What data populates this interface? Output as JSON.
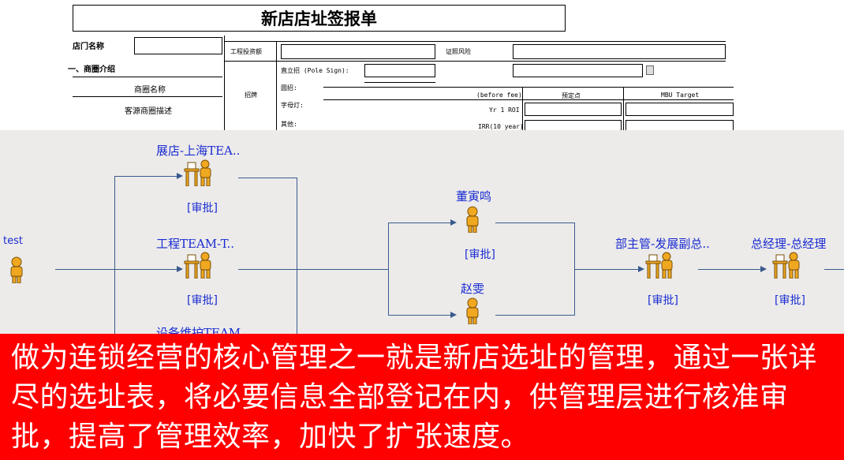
{
  "form": {
    "title": "新店店址签报单",
    "store_name_label": "店门名称",
    "section1_label": "一、商圈介绍",
    "trade_area_name_label": "商圈名称",
    "customer_source_label": "客源商圈描述",
    "engineering_investment_label": "工程投资额",
    "license_risk_label": "证照风险",
    "signboard_label": "招牌",
    "pole_sign_label": "直立招 (Pole Sign):",
    "round_sign_label": "圆招:",
    "letter_light_label": "字母灯:",
    "other_label": "其他:",
    "before_fee_label": "(before fee)",
    "fixed_point_label": "预定点",
    "mbu_target_label": "MBU Target",
    "yr1_roi_label": "Yr 1 ROI",
    "irr_label": "IRR(10 year)"
  },
  "workflow": {
    "nodes": [
      {
        "name": "test",
        "status": ""
      },
      {
        "name": "展店-上海TEA..",
        "status": "[审批]"
      },
      {
        "name": "工程TEAM-T..",
        "status": "[审批]"
      },
      {
        "name": "设备维护TEAM..",
        "status": ""
      },
      {
        "name": "董寅鸣",
        "status": "[审批]"
      },
      {
        "name": "赵雯",
        "status": ""
      },
      {
        "name": "部主管-发展副总..",
        "status": "[审批]"
      },
      {
        "name": "总经理-总经理",
        "status": "[审批]"
      }
    ]
  },
  "caption": {
    "text": "做为连锁经营的核心管理之一就是新店选址的管理，通过一张详尽的选址表，将必要信息全部登记在内，供管理层进行核准审批，提高了管理效率，加快了扩张速度。"
  },
  "colors": {
    "caption_bg": "#ff0000",
    "caption_text": "#ffffff",
    "flow_bg": "#ecebea",
    "node_text": "#1a2bd1",
    "arrow": "#3a5a8c",
    "person": "#f0a820"
  }
}
